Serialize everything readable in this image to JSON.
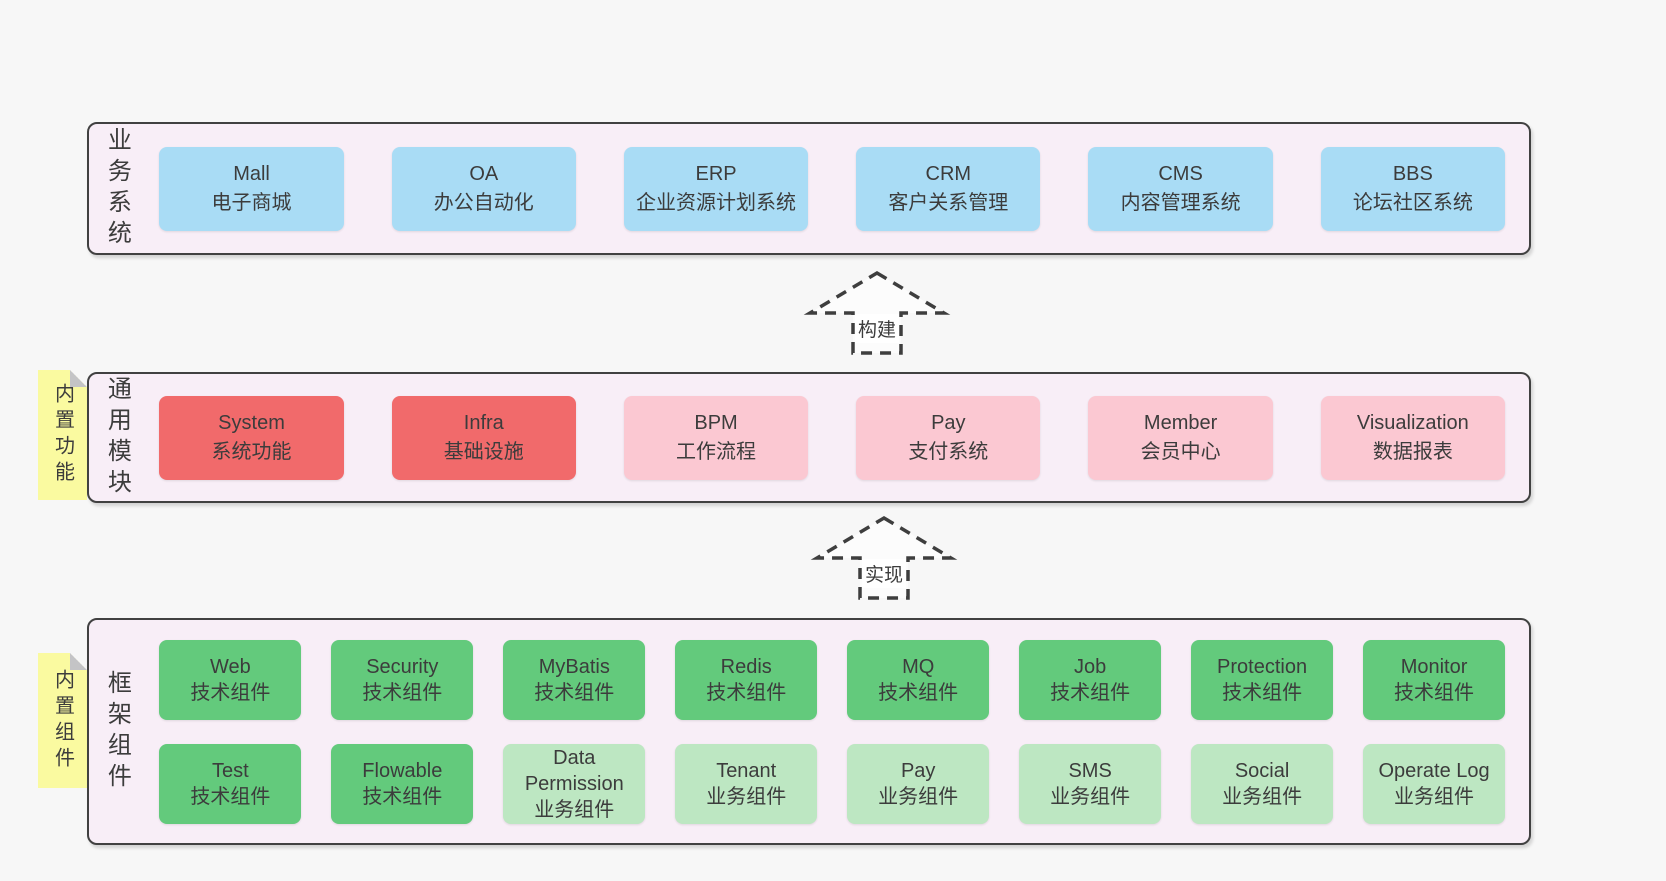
{
  "colors": {
    "page_background": "#f7f7f7",
    "panel_background": "#f8eef7",
    "panel_border": "#414141",
    "box_blue": "#a9dcf5",
    "box_red": "#f16a6b",
    "box_pink": "#fbc8d2",
    "box_green": "#63ca7c",
    "box_green_light": "#bde7c2",
    "note_yellow": "#fafaa0",
    "note_fold_gray": "#c4c4c6",
    "text": "#3c3c3c"
  },
  "business_layer": {
    "label": "业务系统",
    "items": [
      {
        "title": "Mall",
        "subtitle": "电子商城"
      },
      {
        "title": "OA",
        "subtitle": "办公自动化"
      },
      {
        "title": "ERP",
        "subtitle": "企业资源计划系统"
      },
      {
        "title": "CRM",
        "subtitle": "客户关系管理"
      },
      {
        "title": "CMS",
        "subtitle": "内容管理系统"
      },
      {
        "title": "BBS",
        "subtitle": "论坛社区系统"
      }
    ]
  },
  "modules_layer": {
    "label": "通用模块",
    "note": "内置功能",
    "items": [
      {
        "title": "System",
        "subtitle": "系统功能",
        "variant": "red"
      },
      {
        "title": "Infra",
        "subtitle": "基础设施",
        "variant": "red"
      },
      {
        "title": "BPM",
        "subtitle": "工作流程",
        "variant": "pink"
      },
      {
        "title": "Pay",
        "subtitle": "支付系统",
        "variant": "pink"
      },
      {
        "title": "Member",
        "subtitle": "会员中心",
        "variant": "pink"
      },
      {
        "title": "Visualization",
        "subtitle": "数据报表",
        "variant": "pink"
      }
    ]
  },
  "framework_layer": {
    "label": "框架组件",
    "note": "内置组件",
    "rows": [
      [
        {
          "title": "Web",
          "subtitle": "技术组件",
          "variant": "green"
        },
        {
          "title": "Security",
          "subtitle": "技术组件",
          "variant": "green"
        },
        {
          "title": "MyBatis",
          "subtitle": "技术组件",
          "variant": "green"
        },
        {
          "title": "Redis",
          "subtitle": "技术组件",
          "variant": "green"
        },
        {
          "title": "MQ",
          "subtitle": "技术组件",
          "variant": "green"
        },
        {
          "title": "Job",
          "subtitle": "技术组件",
          "variant": "green"
        },
        {
          "title": "Protection",
          "subtitle": "技术组件",
          "variant": "green"
        },
        {
          "title": "Monitor",
          "subtitle": "技术组件",
          "variant": "green"
        }
      ],
      [
        {
          "title": "Test",
          "subtitle": "技术组件",
          "variant": "green"
        },
        {
          "title": "Flowable",
          "subtitle": "技术组件",
          "variant": "green"
        },
        {
          "title": "Data Permission",
          "subtitle": "业务组件",
          "variant": "green-light"
        },
        {
          "title": "Tenant",
          "subtitle": "业务组件",
          "variant": "green-light"
        },
        {
          "title": "Pay",
          "subtitle": "业务组件",
          "variant": "green-light"
        },
        {
          "title": "SMS",
          "subtitle": "业务组件",
          "variant": "green-light"
        },
        {
          "title": "Social",
          "subtitle": "业务组件",
          "variant": "green-light"
        },
        {
          "title": "Operate Log",
          "subtitle": "业务组件",
          "variant": "green-light"
        }
      ]
    ]
  },
  "arrows": [
    {
      "label": "构建"
    },
    {
      "label": "实现"
    }
  ]
}
